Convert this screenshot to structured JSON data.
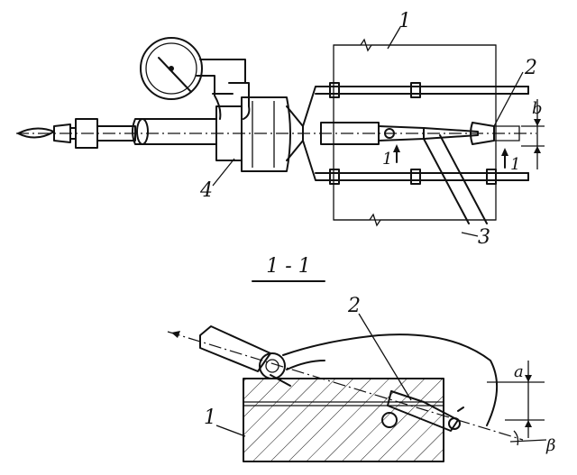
{
  "figure": {
    "labels": {
      "block_top": "1",
      "nozzle_top": "2",
      "bracket": "4",
      "rods": "3",
      "section_mark_a": "1",
      "section_mark_b": "1",
      "dim_b": "b",
      "section_title": "1 - 1",
      "nozzle_bottom": "2",
      "block_bottom": "1",
      "dim_a": "a",
      "angle": "β"
    }
  }
}
